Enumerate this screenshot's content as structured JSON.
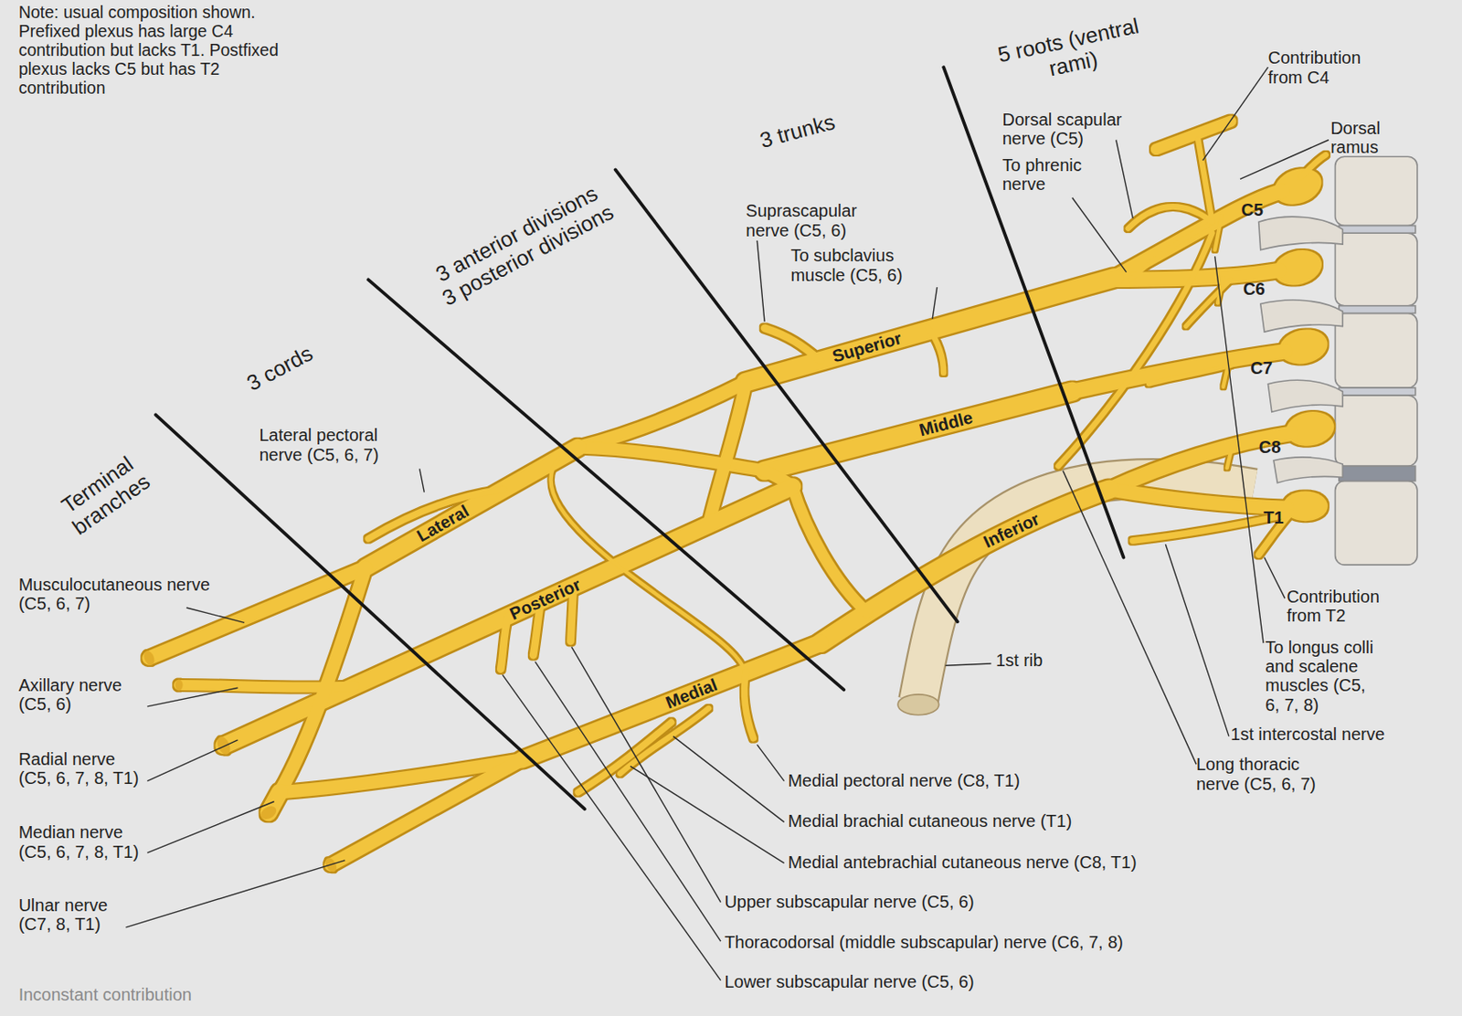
{
  "diagram": {
    "labels": [
      "Note: usual composition shown. Prefixed plexus has large C4 contribution but lacks T1. Postfixed plexus lacks C5 but has T2 contribution",
      "5 roots (ventral rami)",
      "Contribution from C4",
      "Dorsal scapular nerve (C5)",
      "Dorsal ramus",
      "3 trunks",
      "To phrenic nerve",
      "Suprascapular nerve (C5, 6)",
      "3 anterior divisions 3 posterior divisions",
      "To subclavius muscle (C5, 6)",
      "C5",
      "C6",
      "Superior",
      "3 cords",
      "C7",
      "Middle",
      "Lateral pectoral nerve (C5, 6, 7)",
      "C8",
      "Terminal branches",
      "Lateral",
      "Inferior",
      "T1",
      "Musculocutaneous nerve (C5, 6, 7)",
      "Posterior",
      "Contribution from T2",
      "To longus colli and scalene muscles (C5, 6, 7, 8)",
      "1st rib",
      "Axillary nerve (C5, 6)",
      "Medial",
      "1st intercostal nerve",
      "Radial nerve (C5, 6, 7, 8, T1)",
      "Long thoracic nerve (C5, 6, 7)",
      "Medial pectoral nerve (C8, T1)",
      "Medial brachial cutaneous nerve (T1)",
      "Median nerve (C5, 6, 7, 8, T1)",
      "Medial antebrachial cutaneous nerve (C8, T1)",
      "Upper subscapular nerve (C5, 6)",
      "Ulnar nerve (C7, 8, T1)",
      "Thoracodorsal (middle subscapular) nerve (C6, 7, 8)",
      "Lower subscapular nerve (C5, 6)",
      "Inconstant contribution"
    ]
  }
}
